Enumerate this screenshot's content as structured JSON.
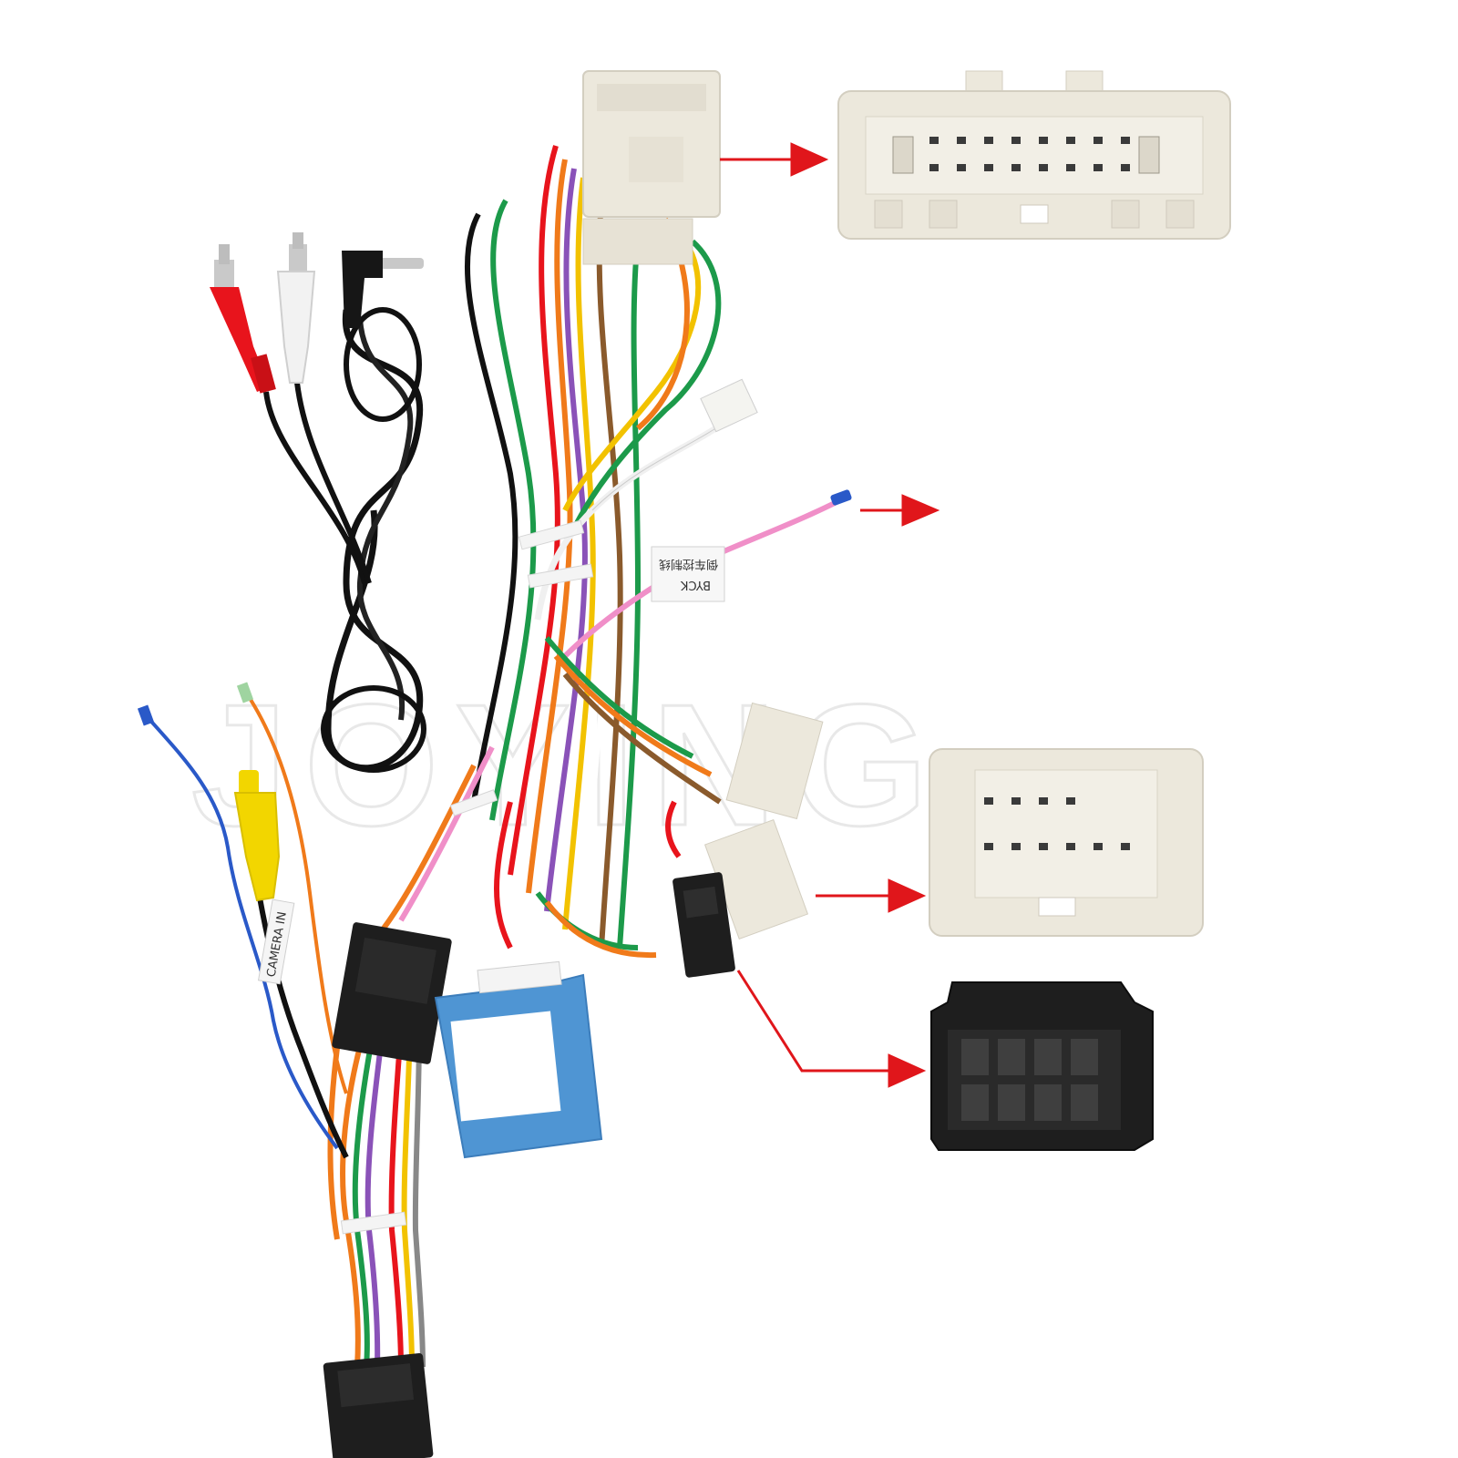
{
  "image": {
    "watermark": "JOYING",
    "background": "#ffffff",
    "tags": {
      "reverse_label": "BYCK",
      "reverse_label_cn": "倒车控制线",
      "camera_label": "CAMERA IN"
    },
    "colors": {
      "arrow": "#e0161b",
      "connector_white": "#ece8dc",
      "connector_black": "#1e1e1e",
      "canbus_box": "#4f95d3",
      "rca_red": "#e8141c",
      "rca_yellow": "#f2d600"
    },
    "icons": [
      "arrow-right-icon",
      "connector-icon",
      "rca-plug-icon",
      "audio-jack-icon"
    ]
  }
}
